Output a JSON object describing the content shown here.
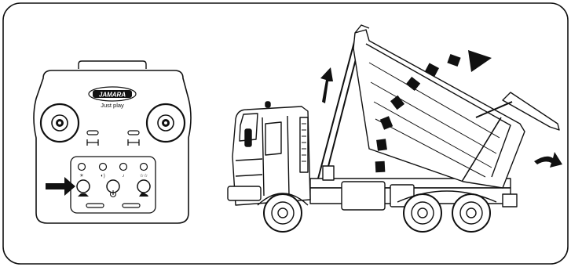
{
  "remote": {
    "brand": "JAMARA",
    "tagline": "Just play",
    "button_labels": {
      "light": "☀",
      "horn": "◐)",
      "sound": "♪",
      "demo": "☆☆"
    }
  },
  "illustration": {
    "subject": "dump-truck-tipping",
    "arrow_to_button": "right"
  }
}
